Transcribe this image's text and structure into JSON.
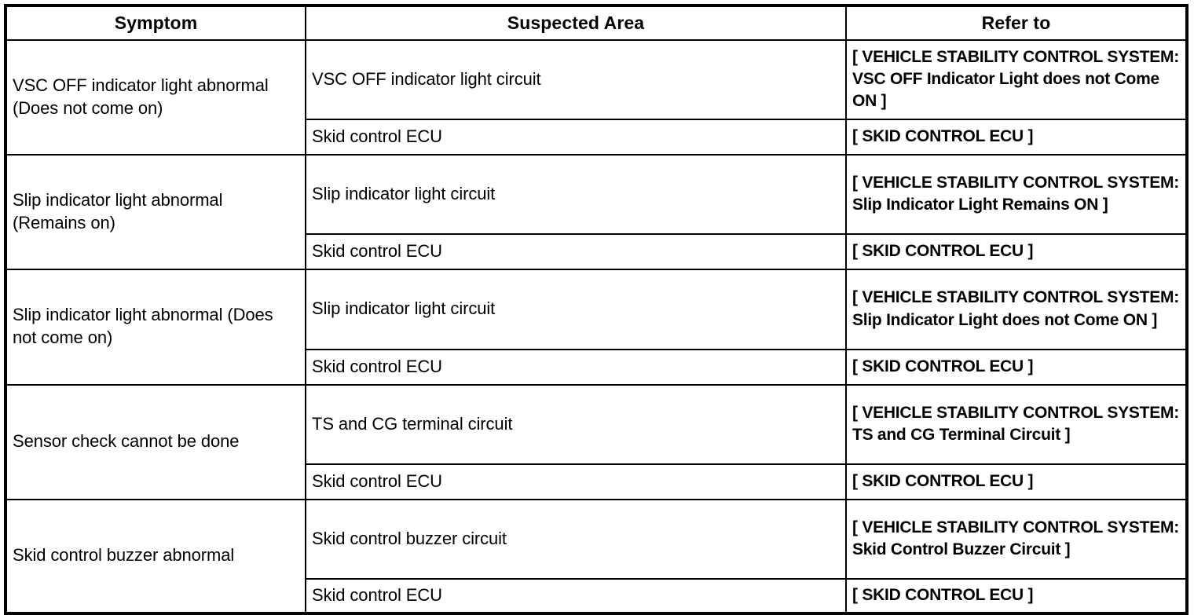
{
  "table": {
    "headers": {
      "symptom": "Symptom",
      "suspected_area": "Suspected Area",
      "refer_to": "Refer to"
    },
    "rows": [
      {
        "symptom": "VSC OFF indicator light abnormal (Does not come on)",
        "entries": [
          {
            "suspected_area": "VSC OFF indicator light circuit",
            "refer_to": "[ VEHICLE STABILITY CONTROL SYSTEM: VSC OFF Indicator Light does not Come ON ]"
          },
          {
            "suspected_area": "Skid control ECU",
            "refer_to": "[ SKID CONTROL ECU ]"
          }
        ]
      },
      {
        "symptom": "Slip indicator light abnormal (Remains on)",
        "entries": [
          {
            "suspected_area": "Slip indicator light circuit",
            "refer_to": "[ VEHICLE STABILITY CONTROL SYSTEM: Slip Indicator Light Remains ON ]"
          },
          {
            "suspected_area": "Skid control ECU",
            "refer_to": "[ SKID CONTROL ECU ]"
          }
        ]
      },
      {
        "symptom": "Slip indicator light abnormal (Does not come on)",
        "entries": [
          {
            "suspected_area": "Slip indicator light circuit",
            "refer_to": "[ VEHICLE STABILITY CONTROL SYSTEM: Slip Indicator Light does not Come ON ]"
          },
          {
            "suspected_area": "Skid control ECU",
            "refer_to": "[ SKID CONTROL ECU ]"
          }
        ]
      },
      {
        "symptom": "Sensor check cannot be done",
        "entries": [
          {
            "suspected_area": "TS and CG terminal circuit",
            "refer_to": "[ VEHICLE STABILITY CONTROL SYSTEM: TS and CG Terminal Circuit ]"
          },
          {
            "suspected_area": "Skid control ECU",
            "refer_to": "[ SKID CONTROL ECU ]"
          }
        ]
      },
      {
        "symptom": "Skid control buzzer abnormal",
        "entries": [
          {
            "suspected_area": "Skid control buzzer circuit",
            "refer_to": "[ VEHICLE STABILITY CONTROL SYSTEM: Skid Control Buzzer Circuit ]"
          },
          {
            "suspected_area": "Skid control ECU",
            "refer_to": "[ SKID CONTROL ECU ]"
          }
        ]
      }
    ]
  },
  "colors": {
    "border": "#000000",
    "text": "#000000",
    "background": "#ffffff"
  }
}
